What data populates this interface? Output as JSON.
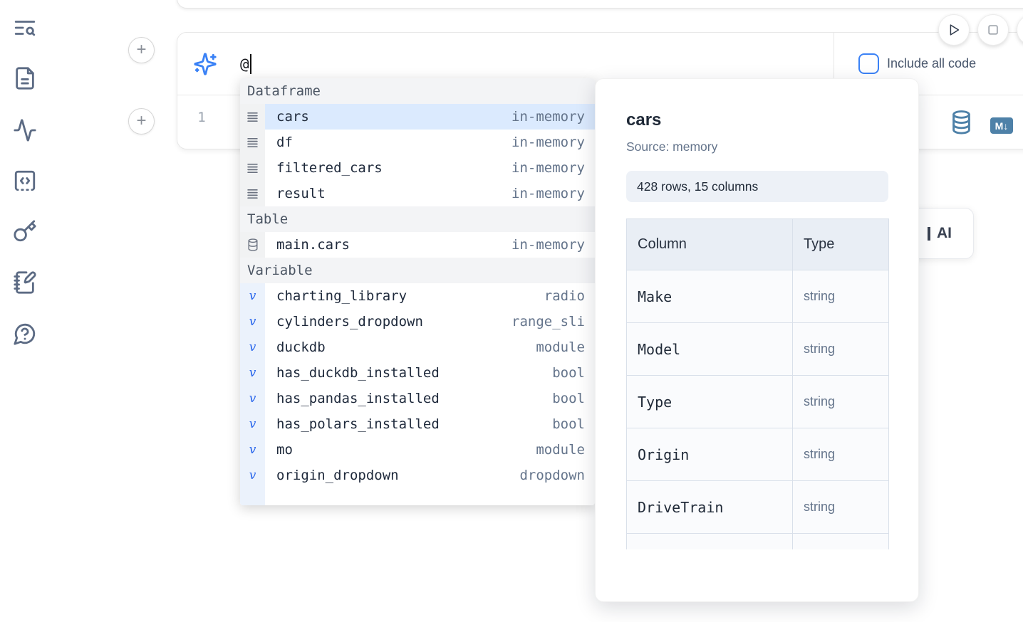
{
  "sidebar": {
    "icons": [
      {
        "name": "text-search-icon"
      },
      {
        "name": "file-document-icon"
      },
      {
        "name": "activity-icon"
      },
      {
        "name": "code-snippet-icon"
      },
      {
        "name": "key-icon"
      },
      {
        "name": "notebook-pen-icon"
      },
      {
        "name": "help-chat-icon"
      }
    ]
  },
  "run_controls": {
    "play": "run",
    "stop": "stop"
  },
  "add_cell": {
    "top_label": "+",
    "bottom_label": "+"
  },
  "ai_bar": {
    "prompt_value": "@",
    "include_all_code_label": "Include all code",
    "checkbox_checked": false
  },
  "editor": {
    "line_number": "1"
  },
  "cell_footer": {
    "icons": [
      "database-export",
      "markdown-export"
    ],
    "markdown_badge": "M↓"
  },
  "autocomplete": {
    "sections": [
      {
        "label": "Dataframe",
        "items": [
          {
            "name": "cars",
            "type": "in-memory",
            "icon": "dataframe",
            "selected": true
          },
          {
            "name": "df",
            "type": "in-memory",
            "icon": "dataframe",
            "selected": false
          },
          {
            "name": "filtered_cars",
            "type": "in-memory",
            "icon": "dataframe",
            "selected": false
          },
          {
            "name": "result",
            "type": "in-memory",
            "icon": "dataframe",
            "selected": false
          }
        ]
      },
      {
        "label": "Table",
        "items": [
          {
            "name": "main.cars",
            "type": "in-memory",
            "icon": "table",
            "selected": false
          }
        ]
      },
      {
        "label": "Variable",
        "items": [
          {
            "name": "charting_library",
            "type": "radio",
            "icon": "variable",
            "selected": false
          },
          {
            "name": "cylinders_dropdown",
            "type": "range_sli",
            "icon": "variable",
            "selected": false
          },
          {
            "name": "duckdb",
            "type": "module",
            "icon": "variable",
            "selected": false
          },
          {
            "name": "has_duckdb_installed",
            "type": "bool",
            "icon": "variable",
            "selected": false
          },
          {
            "name": "has_pandas_installed",
            "type": "bool",
            "icon": "variable",
            "selected": false
          },
          {
            "name": "has_polars_installed",
            "type": "bool",
            "icon": "variable",
            "selected": false
          },
          {
            "name": "mo",
            "type": "module",
            "icon": "variable",
            "selected": false
          },
          {
            "name": "origin_dropdown",
            "type": "dropdown",
            "icon": "variable",
            "selected": false
          },
          {
            "name": "",
            "type": "",
            "icon": "variable",
            "selected": false,
            "clipped": true
          }
        ]
      }
    ]
  },
  "preview": {
    "title": "cars",
    "source": "Source: memory",
    "shape": "428 rows, 15 columns",
    "table": {
      "headers": [
        "Column",
        "Type"
      ],
      "rows": [
        [
          "Make",
          "string"
        ],
        [
          "Model",
          "string"
        ],
        [
          "Type",
          "string"
        ],
        [
          "Origin",
          "string"
        ],
        [
          "DriveTrain",
          "string"
        ],
        [
          "",
          ""
        ]
      ]
    }
  },
  "ai_button": {
    "label": "AI"
  },
  "colors": {
    "accent_blue": "#3b82f6",
    "steel_blue": "#4e81a8",
    "selection_blue": "#dbeafe",
    "variable_blue": "#2563eb",
    "icon_slate": "#5c6b84"
  }
}
